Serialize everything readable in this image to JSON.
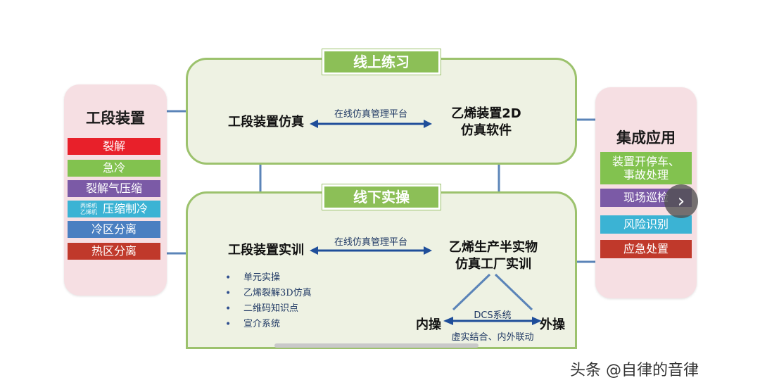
{
  "left_panel": {
    "title": "工段装置",
    "items": [
      {
        "label": "裂解",
        "color": "#e8202a"
      },
      {
        "label": "急冷",
        "color": "#82c24f"
      },
      {
        "label": "裂解气压缩",
        "color": "#7b5aa6"
      },
      {
        "label": "压缩制冷",
        "color": "#3bb3d4",
        "mini_lines": [
          "丙烯机",
          "乙烯机"
        ]
      },
      {
        "label": "冷区分离",
        "color": "#4a7fc1"
      },
      {
        "label": "热区分离",
        "color": "#c0392b"
      }
    ]
  },
  "online": {
    "tab": "线上练习",
    "left_node": "工段装置仿真",
    "right_node_lines": [
      "乙烯装置2D",
      "仿真软件"
    ],
    "arrow_label": "在线仿真管理平台"
  },
  "offline": {
    "tab": "线下实操",
    "left_node": "工段装置实训",
    "right_node_lines": [
      "乙烯生产半实物",
      "仿真工厂实训"
    ],
    "arrow_label": "在线仿真管理平台",
    "bullets": [
      "单元实操",
      "乙烯裂解3D仿真",
      "二维码知识点",
      "宣介系统"
    ],
    "inner_op": "内操",
    "outer_op": "外操",
    "dcs_label": "DCS系统",
    "bottom_note": "虚实结合、内外联动"
  },
  "right_panel": {
    "title": "集成应用",
    "items": [
      {
        "label_lines": [
          "装置开停车、",
          "事故处理"
        ],
        "color": "#82c24f"
      },
      {
        "label_lines": [
          "现场巡检"
        ],
        "color": "#7b5aa6"
      },
      {
        "label_lines": [
          "风险识别"
        ],
        "color": "#3bb3d4"
      },
      {
        "label_lines": [
          "应急处置"
        ],
        "color": "#c0392b"
      }
    ]
  },
  "nav": {
    "next_icon": "chevron-right-icon",
    "glyph": "›"
  },
  "watermark": "头条 @自律的音律",
  "colors": {
    "connector": "#5b84b8",
    "section_border": "#9cc26d",
    "tab_fill": "#8cbf57",
    "arrow": "#1f4e9a"
  }
}
